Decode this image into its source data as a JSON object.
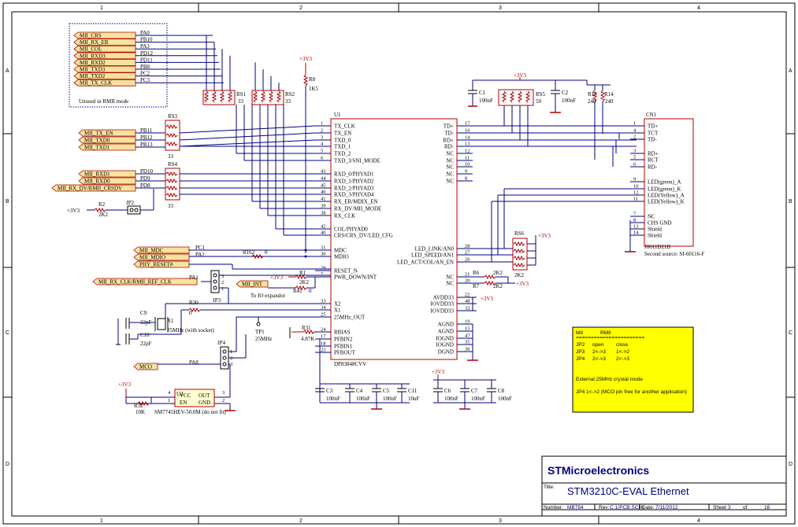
{
  "border": {
    "cols": [
      "1",
      "2",
      "3",
      "4"
    ],
    "rows": [
      "A",
      "B",
      "C",
      "D"
    ]
  },
  "unused_note": "Unused in RMII mode",
  "ports_left": [
    {
      "label": "MII_CRS",
      "pin": "PA0"
    },
    {
      "label": "MII_RX_ER",
      "pin": "PB10"
    },
    {
      "label": "MII_COL",
      "pin": "PA3"
    },
    {
      "label": "MII_RXD3",
      "pin": "PD12"
    },
    {
      "label": "MII_RXD2",
      "pin": "PD11"
    },
    {
      "label": "MII_TXD3",
      "pin": "PB8"
    },
    {
      "label": "MII_TXD2",
      "pin": "PC2"
    },
    {
      "label": "MII_TX_CLK",
      "pin": "PC3"
    }
  ],
  "ports_tx": [
    {
      "label": "MII_TX_EN",
      "pin": "PB11"
    },
    {
      "label": "MII_TXD0",
      "pin": "PB12"
    },
    {
      "label": "MII_TXD1",
      "pin": "PB13"
    }
  ],
  "ports_rx": [
    {
      "label": "MII_RXD1",
      "pin": "PD10"
    },
    {
      "label": "MII_RXD0",
      "pin": "PD9"
    },
    {
      "label": "MII_RX_DV/RMII_CRSDV",
      "pin": "PD8"
    }
  ],
  "ports_mgmt": [
    {
      "label": "MII_MDC",
      "pin": "PC1"
    },
    {
      "label": "MII_MDIO",
      "pin": "PA2"
    },
    {
      "label": "PHY_RESET#",
      "pin": ""
    }
  ],
  "port_refclk": {
    "label": "MII_RX_CLK/RMII_REF_CLK",
    "pin": "PA1"
  },
  "port_int": "MII_INT",
  "port_mco": {
    "label": "MCO",
    "pin": "PA8"
  },
  "to_io": "To IO expandor",
  "rs": {
    "rs1": {
      "name": "RS1",
      "val": "33"
    },
    "rs2": {
      "name": "RS2",
      "val": "33"
    },
    "rs3": {
      "name": "RS3",
      "val": "33"
    },
    "rs4": {
      "name": "RS4",
      "val": "33"
    },
    "rs5": {
      "name": "RS5",
      "val": "50"
    },
    "rs6": {
      "name": "RS6",
      "val": "2K2"
    }
  },
  "power": {
    "v33": "+3V3"
  },
  "parts": {
    "r8": "R8",
    "r8v": "1K5",
    "r2": "R2",
    "r2v": "2K2",
    "jp2": "JP2",
    "jp3": "JP3",
    "jp4": "JP4",
    "r162": "R162",
    "r162v": "0",
    "r1": "R1",
    "r1v": "2K2",
    "r41": "R41",
    "r41v": "0",
    "r30": "R30",
    "r30v": "0",
    "c9": "C9",
    "c9v": "22pF",
    "c10": "C10",
    "c10v": "22pF",
    "x1": "X1",
    "x1v": "25MHz (with socket)",
    "tp1": "TP1",
    "tp1v": "25MHz",
    "r31": "R31",
    "r31v": "4.87K",
    "u2": "U2",
    "u2vcc": "VCC",
    "u2en": "EN",
    "u2out": "OUT",
    "u2gnd": "GND",
    "u2p4": "4",
    "u2p1": "1",
    "u2p3": "3",
    "u2p2": "2",
    "u2v": "SM7745HEV-50.0M (do not fit)",
    "r32": "R32",
    "r32v": "10K",
    "c1": "C1",
    "c1v": "100nF",
    "c2": "C2",
    "c2v": "100nF",
    "r13": "R13",
    "r14": "R14",
    "r13v": "240",
    "r14v": "240",
    "r6": "R6",
    "r6v": "2K2",
    "r7": "R7",
    "r7v": "2K2",
    "c3": "C3",
    "c4": "C4",
    "c5": "C5",
    "c11": "C11",
    "c6": "C6",
    "c7": "C7",
    "c8": "C8",
    "c100": "100nF",
    "c11v": "10uF"
  },
  "u1": {
    "ref": "U1",
    "part": "DP83848CVV",
    "left_pins": [
      {
        "num": "1",
        "name": "TX_CLK"
      },
      {
        "num": "2",
        "name": "TX_EN"
      },
      {
        "num": "3",
        "name": "TXD_0"
      },
      {
        "num": "4",
        "name": "TXD_1"
      },
      {
        "num": "5",
        "name": "TXD_2"
      },
      {
        "num": "6",
        "name": "TXD_3/SNI_MODE"
      },
      {
        "num": "43",
        "name": "RXD_0/PHYAD1"
      },
      {
        "num": "44",
        "name": "RXD_1/PHYAD2"
      },
      {
        "num": "45",
        "name": "RXD_2/PHYAD3"
      },
      {
        "num": "46",
        "name": "RXD_3/PHYAD4"
      },
      {
        "num": "41",
        "name": "RX_ER/MDIX_EN"
      },
      {
        "num": "39",
        "name": "RX_DV/MII_MODE"
      },
      {
        "num": "38",
        "name": "RX_CLK"
      },
      {
        "num": "42",
        "name": "COL/PHYAD0"
      },
      {
        "num": "40",
        "name": "CRS/CRS_DV/LED_CFG"
      },
      {
        "num": "31",
        "name": "MDC"
      },
      {
        "num": "30",
        "name": "MDIO"
      },
      {
        "num": "29",
        "name": "RESET_N"
      },
      {
        "num": "7",
        "name": "PWR_DOWN/INT"
      },
      {
        "num": "33",
        "name": "X2"
      },
      {
        "num": "34",
        "name": "X1"
      },
      {
        "num": "25",
        "name": "25MHz_OUT"
      },
      {
        "num": "24",
        "name": "RBIAS"
      },
      {
        "num": "17",
        "name": "PFBIN2"
      },
      {
        "num": "18",
        "name": "PFBIN1"
      },
      {
        "num": "23",
        "name": "PFBOUT"
      }
    ],
    "right_pins": [
      {
        "num": "17",
        "name": "TD+"
      },
      {
        "num": "16",
        "name": "TD-"
      },
      {
        "num": "14",
        "name": "RD+"
      },
      {
        "num": "13",
        "name": "RD-"
      },
      {
        "num": "12",
        "name": "NC"
      },
      {
        "num": "11",
        "name": "NC"
      },
      {
        "num": "10",
        "name": "NC"
      },
      {
        "num": "9",
        "name": "NC"
      },
      {
        "num": "8",
        "name": "NC"
      },
      {
        "num": "28",
        "name": "LED_LINK/AN0"
      },
      {
        "num": "27",
        "name": "LED_SPEED/AN1"
      },
      {
        "num": "26",
        "name": "LED_ACT/COL/AN_EN"
      },
      {
        "num": "21",
        "name": "NC"
      },
      {
        "num": "20",
        "name": "NC"
      },
      {
        "num": "22",
        "name": "AVDD33"
      },
      {
        "num": "48",
        "name": "IOVDD33"
      },
      {
        "num": "32",
        "name": "IOVDD33"
      },
      {
        "num": "19",
        "name": "AGND"
      },
      {
        "num": "15",
        "name": "AGND"
      },
      {
        "num": "47",
        "name": "IOGND"
      },
      {
        "num": "35",
        "name": "IOGND"
      },
      {
        "num": "36",
        "name": "DGND"
      }
    ]
  },
  "cn1": {
    "ref": "CN1",
    "part": "J0011D21B",
    "source": "Second source: SI-60116-F",
    "pins": [
      {
        "num": "1",
        "name": "TD+"
      },
      {
        "num": "4",
        "name": "TCT"
      },
      {
        "num": "2",
        "name": "TD-"
      },
      {
        "num": "3",
        "name": "RD+"
      },
      {
        "num": "5",
        "name": "RCT"
      },
      {
        "num": "6",
        "name": "RD-"
      },
      {
        "num": "9",
        "name": "LED(green)_A"
      },
      {
        "num": "10",
        "name": "LED(green)_K"
      },
      {
        "num": "12",
        "name": "LED(Yellow)_A"
      },
      {
        "num": "11",
        "name": "LED(Yellow)_K"
      },
      {
        "num": "7",
        "name": "NC"
      },
      {
        "num": "8",
        "name": "CHS GND"
      },
      {
        "num": "13",
        "name": "Shield"
      },
      {
        "num": "14",
        "name": "Shield"
      }
    ]
  },
  "note": {
    "header": [
      "MII",
      "RMII"
    ],
    "underline": "=======================",
    "rows": [
      [
        "JP2",
        "open",
        "close"
      ],
      [
        "JP3",
        "2<->3",
        "1<->2"
      ],
      [
        "JP4",
        "2<->3",
        "2<->3"
      ]
    ],
    "crystal": "External 25MHz crystal mode",
    "jp4": "JP4    1<->2 (MCO pin free for another application)"
  },
  "titleblock": {
    "company": "STMicroelectronics",
    "title_label": "Title:",
    "title": "STM3210C-EVAL Ethernet",
    "number_label": "Number:",
    "number": "MB784",
    "rev_label": "Rev:",
    "rev": "C.1(PCB.SCH)",
    "date_label": "Date:",
    "date": "7/11/2012",
    "sheet_label": "Sheet",
    "sheet": "3",
    "of_label": "of",
    "total": "16"
  },
  "colors": {
    "wire": "#000080",
    "port_fill": "#f7e39e",
    "port_stroke": "#b00000",
    "note_fill": "#ffff00"
  }
}
